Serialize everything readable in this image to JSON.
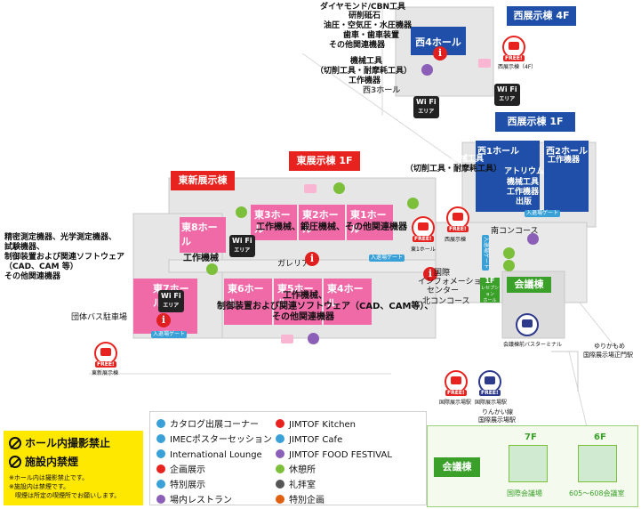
{
  "halls": {
    "east7": "東7ホール",
    "east8": "東8ホール",
    "east3": "東3ホール",
    "east2": "東2ホール",
    "east1": "東1ホール",
    "east6": "東6ホール",
    "east5": "東5ホール",
    "east4": "東4ホール",
    "west4": "西4ホール",
    "west3": "西3ホール",
    "west1": "西1ホール",
    "west2": "西2ホール",
    "atrium": "アトリウム"
  },
  "banners": {
    "east_new": "東新展示棟",
    "east_1f": "東展示棟 1F",
    "west_4f": "西展示棟 4F",
    "west_1f": "西展示棟 1F",
    "conference": "会議棟",
    "conference_box": "会議棟"
  },
  "exhibits": {
    "east8": "工作機械",
    "east123": "工作機械、鍛圧機械、その他関連機器",
    "east456": [
      "工作機械、",
      "制御装置および関連ソフトウェア（CAD、CAM等）、",
      "その他関連機器"
    ],
    "east7": [
      "精密測定機器、光学測定機器、",
      "試験機器、",
      "制御装置および関連ソフトウェア",
      "（CAD、CAM 等）",
      "その他関連機器"
    ],
    "west4_top": [
      "ダイヤモンド/CBN工具",
      "研削砥石",
      "油圧・空気圧・水圧機器",
      "歯車・歯車装置",
      "その他関連機器"
    ],
    "west4_bottom": [
      "機械工具",
      "（切削工具・耐摩耗工具）",
      "工作機器"
    ],
    "west1": [
      "機械工具",
      "（切削工具・耐摩耗工具）"
    ],
    "west2": "工作機器",
    "atrium": [
      "機械工具",
      "工作機器",
      "出版"
    ]
  },
  "places": {
    "galleria": "ガレリア",
    "info_center": [
      "国際",
      "インフォメーション",
      "センター"
    ],
    "south_concourse": "南コンコース",
    "north_concourse": "北コンコース",
    "group_bus": "団体バス駐車場",
    "east_bus": "東新展示棟",
    "west_bus": "西展示棟",
    "east1_bus": "東1ホール",
    "conf_terminal": "会議棟前バスターミナル",
    "shuttle_a": "国際展示場駅",
    "shuttle_b": "国際展示場駅",
    "yurikamome": [
      "ゆりかもめ",
      "国際展示場正門駅"
    ],
    "rinkai": [
      "りんかい線",
      "国際展示場駅"
    ],
    "west_shuttle": "西展示棟（4F）",
    "reception": [
      "1F",
      "レセプション",
      "ホール"
    ],
    "gate": "入退場ゲート"
  },
  "conference": {
    "floor7": "7F",
    "floor6": "6F",
    "room7": "国際会議場",
    "room6": "605〜608会議室"
  },
  "badges": {
    "wifi_top": "Wi Fi",
    "wifi_sub": "エリア",
    "free": "FREE!"
  },
  "legend": [
    {
      "label": "カタログ出展コーナー",
      "color": "#3aa0d8"
    },
    {
      "label": "IMECポスターセッション",
      "color": "#3aa0d8"
    },
    {
      "label": "International Lounge",
      "color": "#3aa0d8"
    },
    {
      "label": "企画展示",
      "color": "#e8231f"
    },
    {
      "label": "特別展示",
      "color": "#3aa0d8"
    },
    {
      "label": "場内レストラン",
      "color": "#8b5fb8"
    },
    {
      "label": "JIMTOF Kitchen",
      "color": "#e8231f"
    },
    {
      "label": "JIMTOF Cafe",
      "color": "#3aa0d8"
    },
    {
      "label": "JIMTOF FOOD FESTIVAL",
      "color": "#8b5fb8"
    },
    {
      "label": "休憩所",
      "color": "#7cbf3a"
    },
    {
      "label": "礼拝室",
      "color": "#555555"
    },
    {
      "label": "特別企画",
      "color": "#e06010"
    }
  ],
  "notice": {
    "no_photo": "ホール内撮影禁止",
    "no_smoking": "施設内禁煙",
    "lines": [
      "※ホール内は撮影禁止です。",
      "※施設内は禁煙です。",
      "　喫煙は所定の喫煙所でお願いします。"
    ]
  }
}
